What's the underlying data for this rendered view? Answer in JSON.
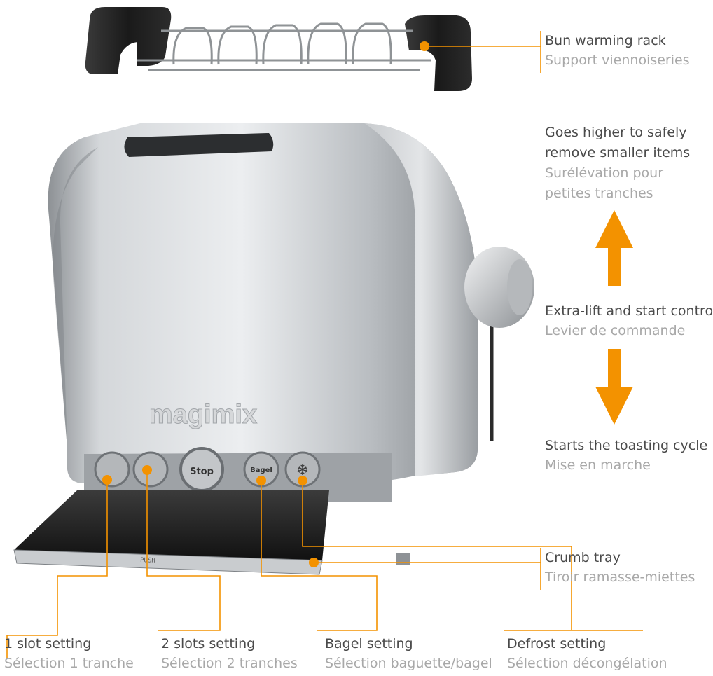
{
  "colors": {
    "accent": "#f39200",
    "english_text": "#4a4a4a",
    "french_text": "#a8a8a8",
    "toaster_metal": "#c6c9cc",
    "rack_black": "#1e1e1e"
  },
  "product": {
    "brand": "magimix",
    "stop_button": "Stop",
    "bagel_button": "Bagel",
    "tray_label": "PUSH"
  },
  "callouts": {
    "bun_rack": {
      "en": "Bun warming rack",
      "fr": "Support viennoiseries"
    },
    "goes_higher": {
      "en_line1": "Goes higher to safely",
      "en_line2": "remove smaller items",
      "fr_line1": "Surélévation pour",
      "fr_line2": "petites tranches"
    },
    "lever": {
      "en": "Extra-lift and start control",
      "fr": "Levier de commande"
    },
    "starts": {
      "en": "Starts the toasting cycle",
      "fr": "Mise en marche"
    },
    "crumb_tray": {
      "en": "Crumb tray",
      "fr": "Tiroir ramasse-miettes"
    },
    "one_slot": {
      "en": "1 slot setting",
      "fr": "Sélection 1 tranche"
    },
    "two_slots": {
      "en": "2 slots setting",
      "fr": "Sélection 2 tranches"
    },
    "bagel": {
      "en": "Bagel setting",
      "fr": "Sélection baguette/bagel"
    },
    "defrost": {
      "en": "Defrost setting",
      "fr": "Sélection décongélation"
    }
  }
}
